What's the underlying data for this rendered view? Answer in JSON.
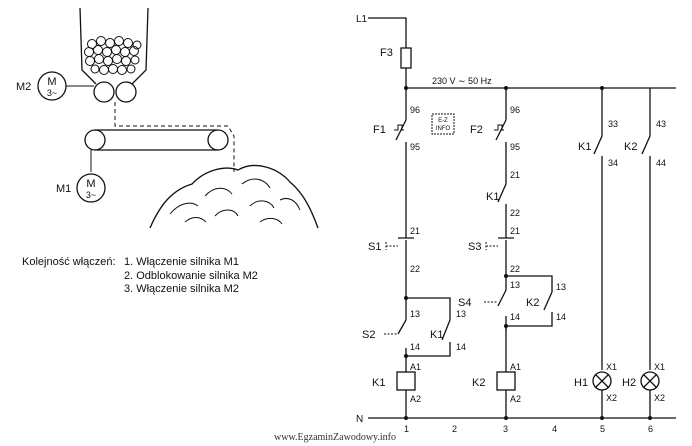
{
  "machine": {
    "m2_label": "M2",
    "m1_label": "M1",
    "motor_letter": "M",
    "motor_phase": "3~"
  },
  "sequence": {
    "heading": "Kolejność włączeń:",
    "steps": [
      "1. Włączenie silnika M1",
      "2. Odblokowanie silnika M2",
      "3. Włączenie silnika M2"
    ]
  },
  "circuit": {
    "phase_label": "L1",
    "neutral_label": "N",
    "fuse_label": "F3",
    "supply_label": "230 V ∼ 50 Hz",
    "logo_lines": [
      "E-Z",
      "INFO"
    ],
    "relays": [
      {
        "name": "F1",
        "top_pin": "96",
        "bottom_pin": "95"
      },
      {
        "name": "F2",
        "top_pin": "96",
        "bottom_pin": "95"
      }
    ],
    "pushbuttons": [
      {
        "name": "S1",
        "top_pin": "21",
        "bottom_pin": "22"
      },
      {
        "name": "S2",
        "top_pin": "13",
        "bottom_pin": "14"
      },
      {
        "name": "S3",
        "top_pin": "21",
        "bottom_pin": "22"
      },
      {
        "name": "S4",
        "top_pin": "13",
        "bottom_pin": "14"
      }
    ],
    "interlock": {
      "name": "K1",
      "top_pin": "21",
      "bottom_pin": "22"
    },
    "holding_contacts": [
      {
        "name": "K1",
        "top_pin": "13",
        "bottom_pin": "14"
      },
      {
        "name": "K2",
        "top_pin": "13",
        "bottom_pin": "14"
      }
    ],
    "signal_contacts": [
      {
        "name": "K1",
        "top_pin": "33",
        "bottom_pin": "34"
      },
      {
        "name": "K2",
        "top_pin": "43",
        "bottom_pin": "44"
      }
    ],
    "coils": [
      {
        "name": "K1",
        "top_pin": "A1",
        "bottom_pin": "A2"
      },
      {
        "name": "K2",
        "top_pin": "A1",
        "bottom_pin": "A2"
      }
    ],
    "lamps": [
      {
        "name": "H1",
        "top_pin": "X1",
        "bottom_pin": "X2"
      },
      {
        "name": "H2",
        "top_pin": "X1",
        "bottom_pin": "X2"
      }
    ],
    "column_numbers": [
      "1",
      "2",
      "3",
      "4",
      "5",
      "6"
    ]
  },
  "footer": "www.EgzaminZawodowy.info"
}
